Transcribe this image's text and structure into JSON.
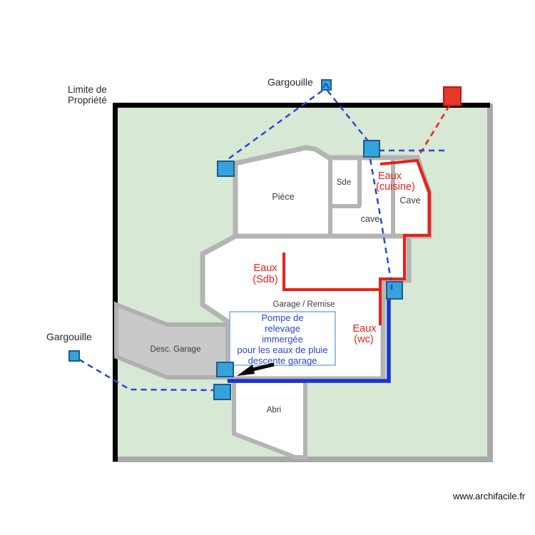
{
  "page": {
    "watermark": "www.archifacile.fr"
  },
  "site": {
    "boundary_label": [
      "Limite de",
      "Propriété"
    ]
  },
  "markers": {
    "gargouille_top": "Gargouille",
    "gargouille_left": "Gargouille"
  },
  "rooms": {
    "piece": "Pièce",
    "sde": "Sde",
    "cave_small": "cave",
    "cave_big": "Cave",
    "garage": "Garage / Remise",
    "desc_garage": "Desc. Garage",
    "abri": "Abri"
  },
  "pipes": {
    "cuisine": [
      "Eaux",
      "(cuisine)"
    ],
    "sdb": [
      "Eaux",
      "(Sdb)"
    ],
    "wc": [
      "Eaux",
      "(wc)"
    ]
  },
  "note": {
    "lines": [
      "Pompe de",
      "relevage",
      "immergée",
      "pour les eaux de pluie",
      "descente garage"
    ]
  },
  "colors": {
    "site_green": "#d7e8d4",
    "boundary_black": "#000000",
    "boundary_gray": "#a9a9a9",
    "wall_gray": "#b4b4b4",
    "desc_garage_fill": "#c9c9c9",
    "pipe_red": "#e92116",
    "rain_blue_dashed": "#2b46d9",
    "drain_blue_solid": "#1c33cf",
    "marker_blue_fill": "#36a2dc",
    "marker_blue_border": "#1d5c85",
    "marker_red_fill": "#e5382b",
    "marker_red_border": "#c2170c",
    "note_blue": "#2946d8",
    "note_border": "#7aadde",
    "label_dark": "#3b3b3b"
  }
}
